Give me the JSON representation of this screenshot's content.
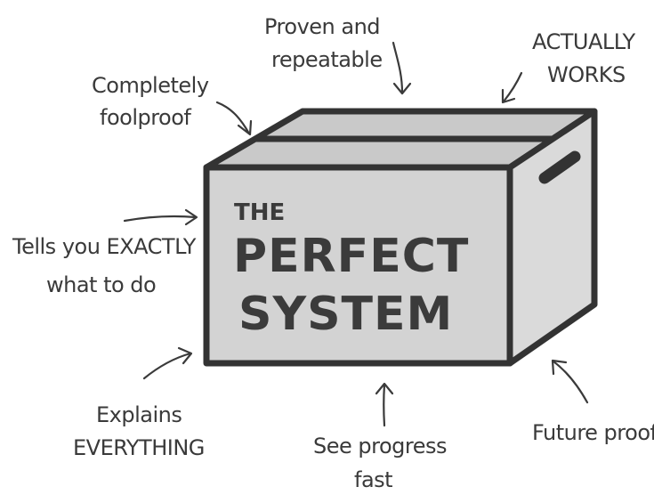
{
  "box": {
    "title_small": "THE",
    "title_line1": "PERFECT",
    "title_line2": "SYSTEM"
  },
  "callouts": {
    "proven_line1": "Proven and",
    "proven_line2": "repeatable",
    "works_line1": "ACTUALLY",
    "works_line2": "WORKS",
    "foolproof_line1": "Completely",
    "foolproof_line2": "foolproof",
    "exactly_line1": "Tells you EXACTLY",
    "exactly_line2": "what to do",
    "explains_line1": "Explains",
    "explains_line2": "EVERYTHING",
    "progress_line1": "See progress",
    "progress_line2": "fast",
    "future": "Future proof"
  },
  "colors": {
    "front_face": "#d3d3d3",
    "top_face": "#c9c9c9",
    "side_face": "#dadada",
    "outline": "#333333",
    "text": "#3a3a3a"
  }
}
